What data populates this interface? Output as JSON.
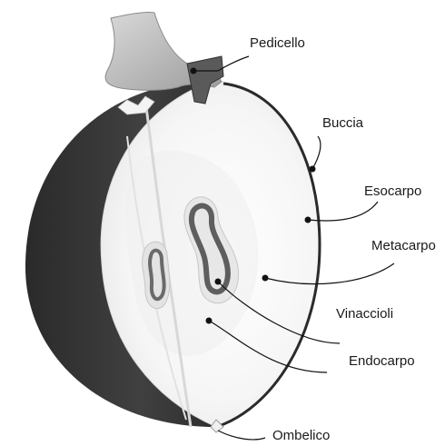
{
  "labels": {
    "pedicello": "Pedicello",
    "buccia": "Buccia",
    "esocarpo": "Esocarpo",
    "metacarpo": "Metacarpo",
    "vinaccioli": "Vinaccioli",
    "endocarpo": "Endocarpo",
    "ombelico": "Ombelico"
  },
  "colors": {
    "background": "#ffffff",
    "skin_dark": "#3a3a3a",
    "cut_surface": "#f7f7f7",
    "stem": "#bdbdbd",
    "seed": "#5e5e5e",
    "text": "#1a1a1a"
  }
}
